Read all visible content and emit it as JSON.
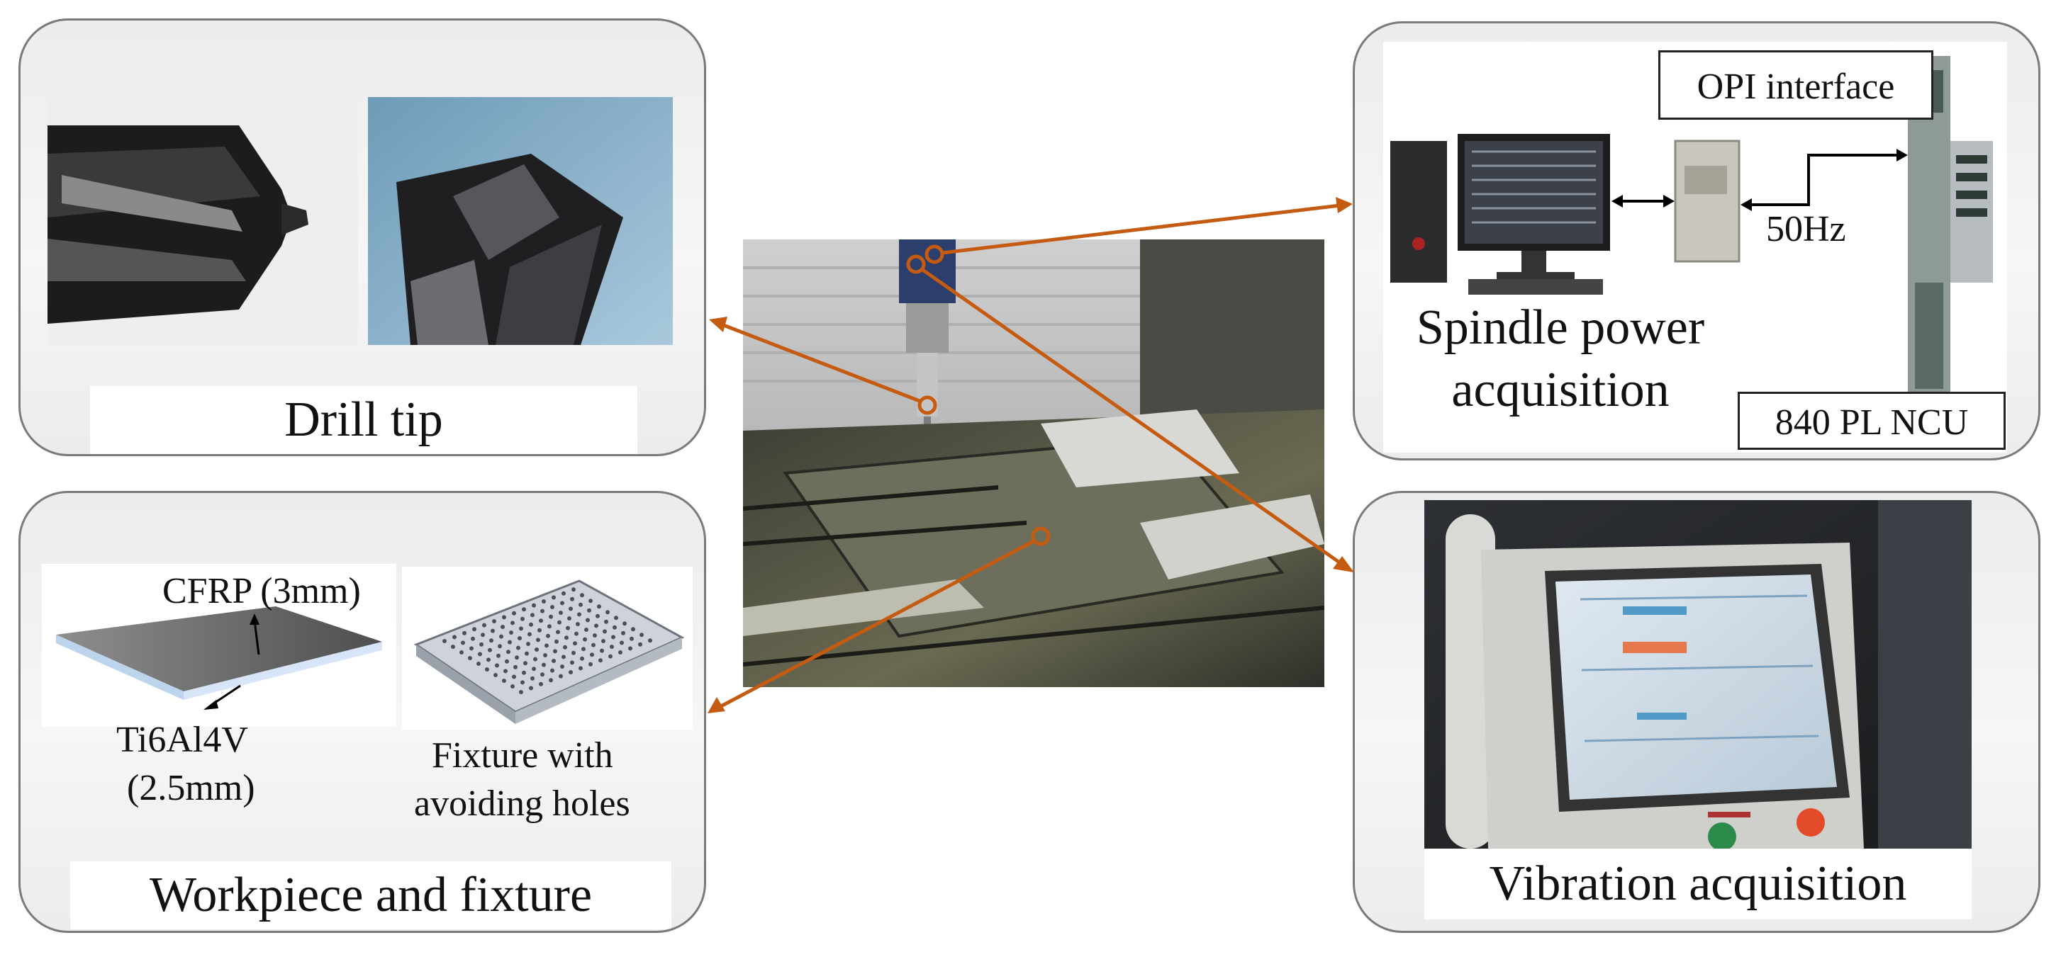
{
  "drill_panel": {
    "caption": "Drill tip"
  },
  "workpiece_panel": {
    "caption": "Workpiece and fixture",
    "cfrp_label": "CFRP (3mm)",
    "ti_label_line1": "Ti6Al4V",
    "ti_label_line2": "(2.5mm)",
    "fixture_label_line1": "Fixture with",
    "fixture_label_line2": "avoiding holes"
  },
  "spindle_panel": {
    "caption_line1": "Spindle power",
    "caption_line2": "acquisition",
    "opi_label": "OPI interface",
    "freq_label": "50Hz",
    "ncu_label": "840 PL NCU"
  },
  "vibration_panel": {
    "caption": "Vibration acquisition"
  },
  "colors": {
    "arrow": "#c55a11",
    "panel_border": "#7a7a7a"
  }
}
